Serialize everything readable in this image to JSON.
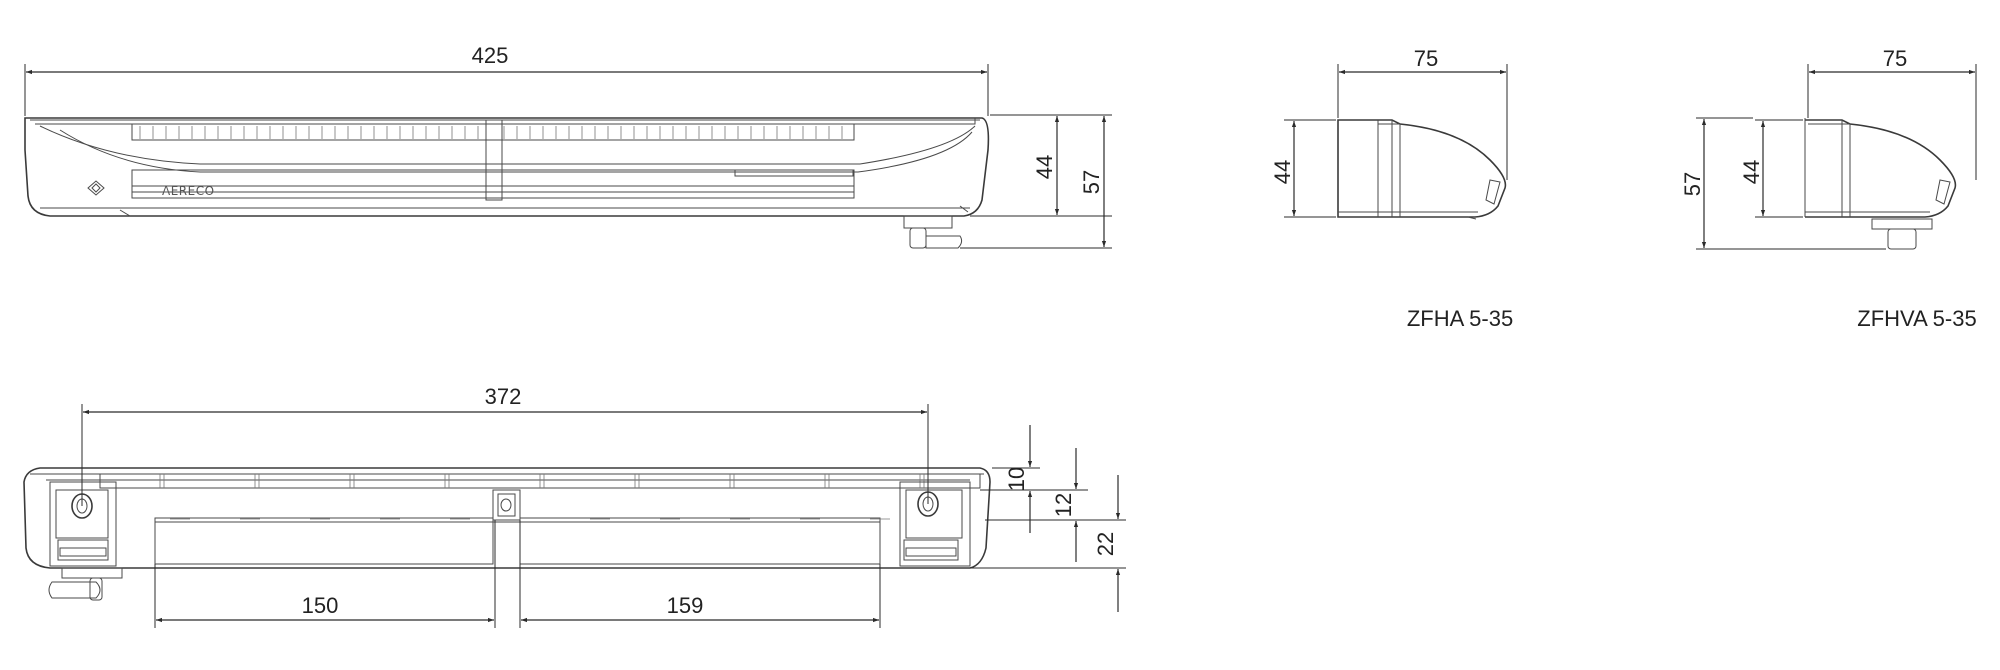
{
  "front_view": {
    "brand_logo_text": "AERECO",
    "dim_length": "425",
    "dim_height_inner": "44",
    "dim_height_outer": "57"
  },
  "side_view_zfha": {
    "dim_depth": "75",
    "dim_height": "44",
    "caption": "ZFHA 5-35"
  },
  "side_view_zfhva": {
    "dim_depth": "75",
    "dim_height_inner": "44",
    "dim_height_outer": "57",
    "caption": "ZFHVA 5-35"
  },
  "bottom_view": {
    "dim_hole_spacing": "372",
    "dim_left_slot": "150",
    "dim_right_slot": "159",
    "dim_10": "10",
    "dim_12": "12",
    "dim_22": "22"
  },
  "colors": {
    "line": "#3a3a3a",
    "text": "#222222",
    "background": "#ffffff"
  }
}
